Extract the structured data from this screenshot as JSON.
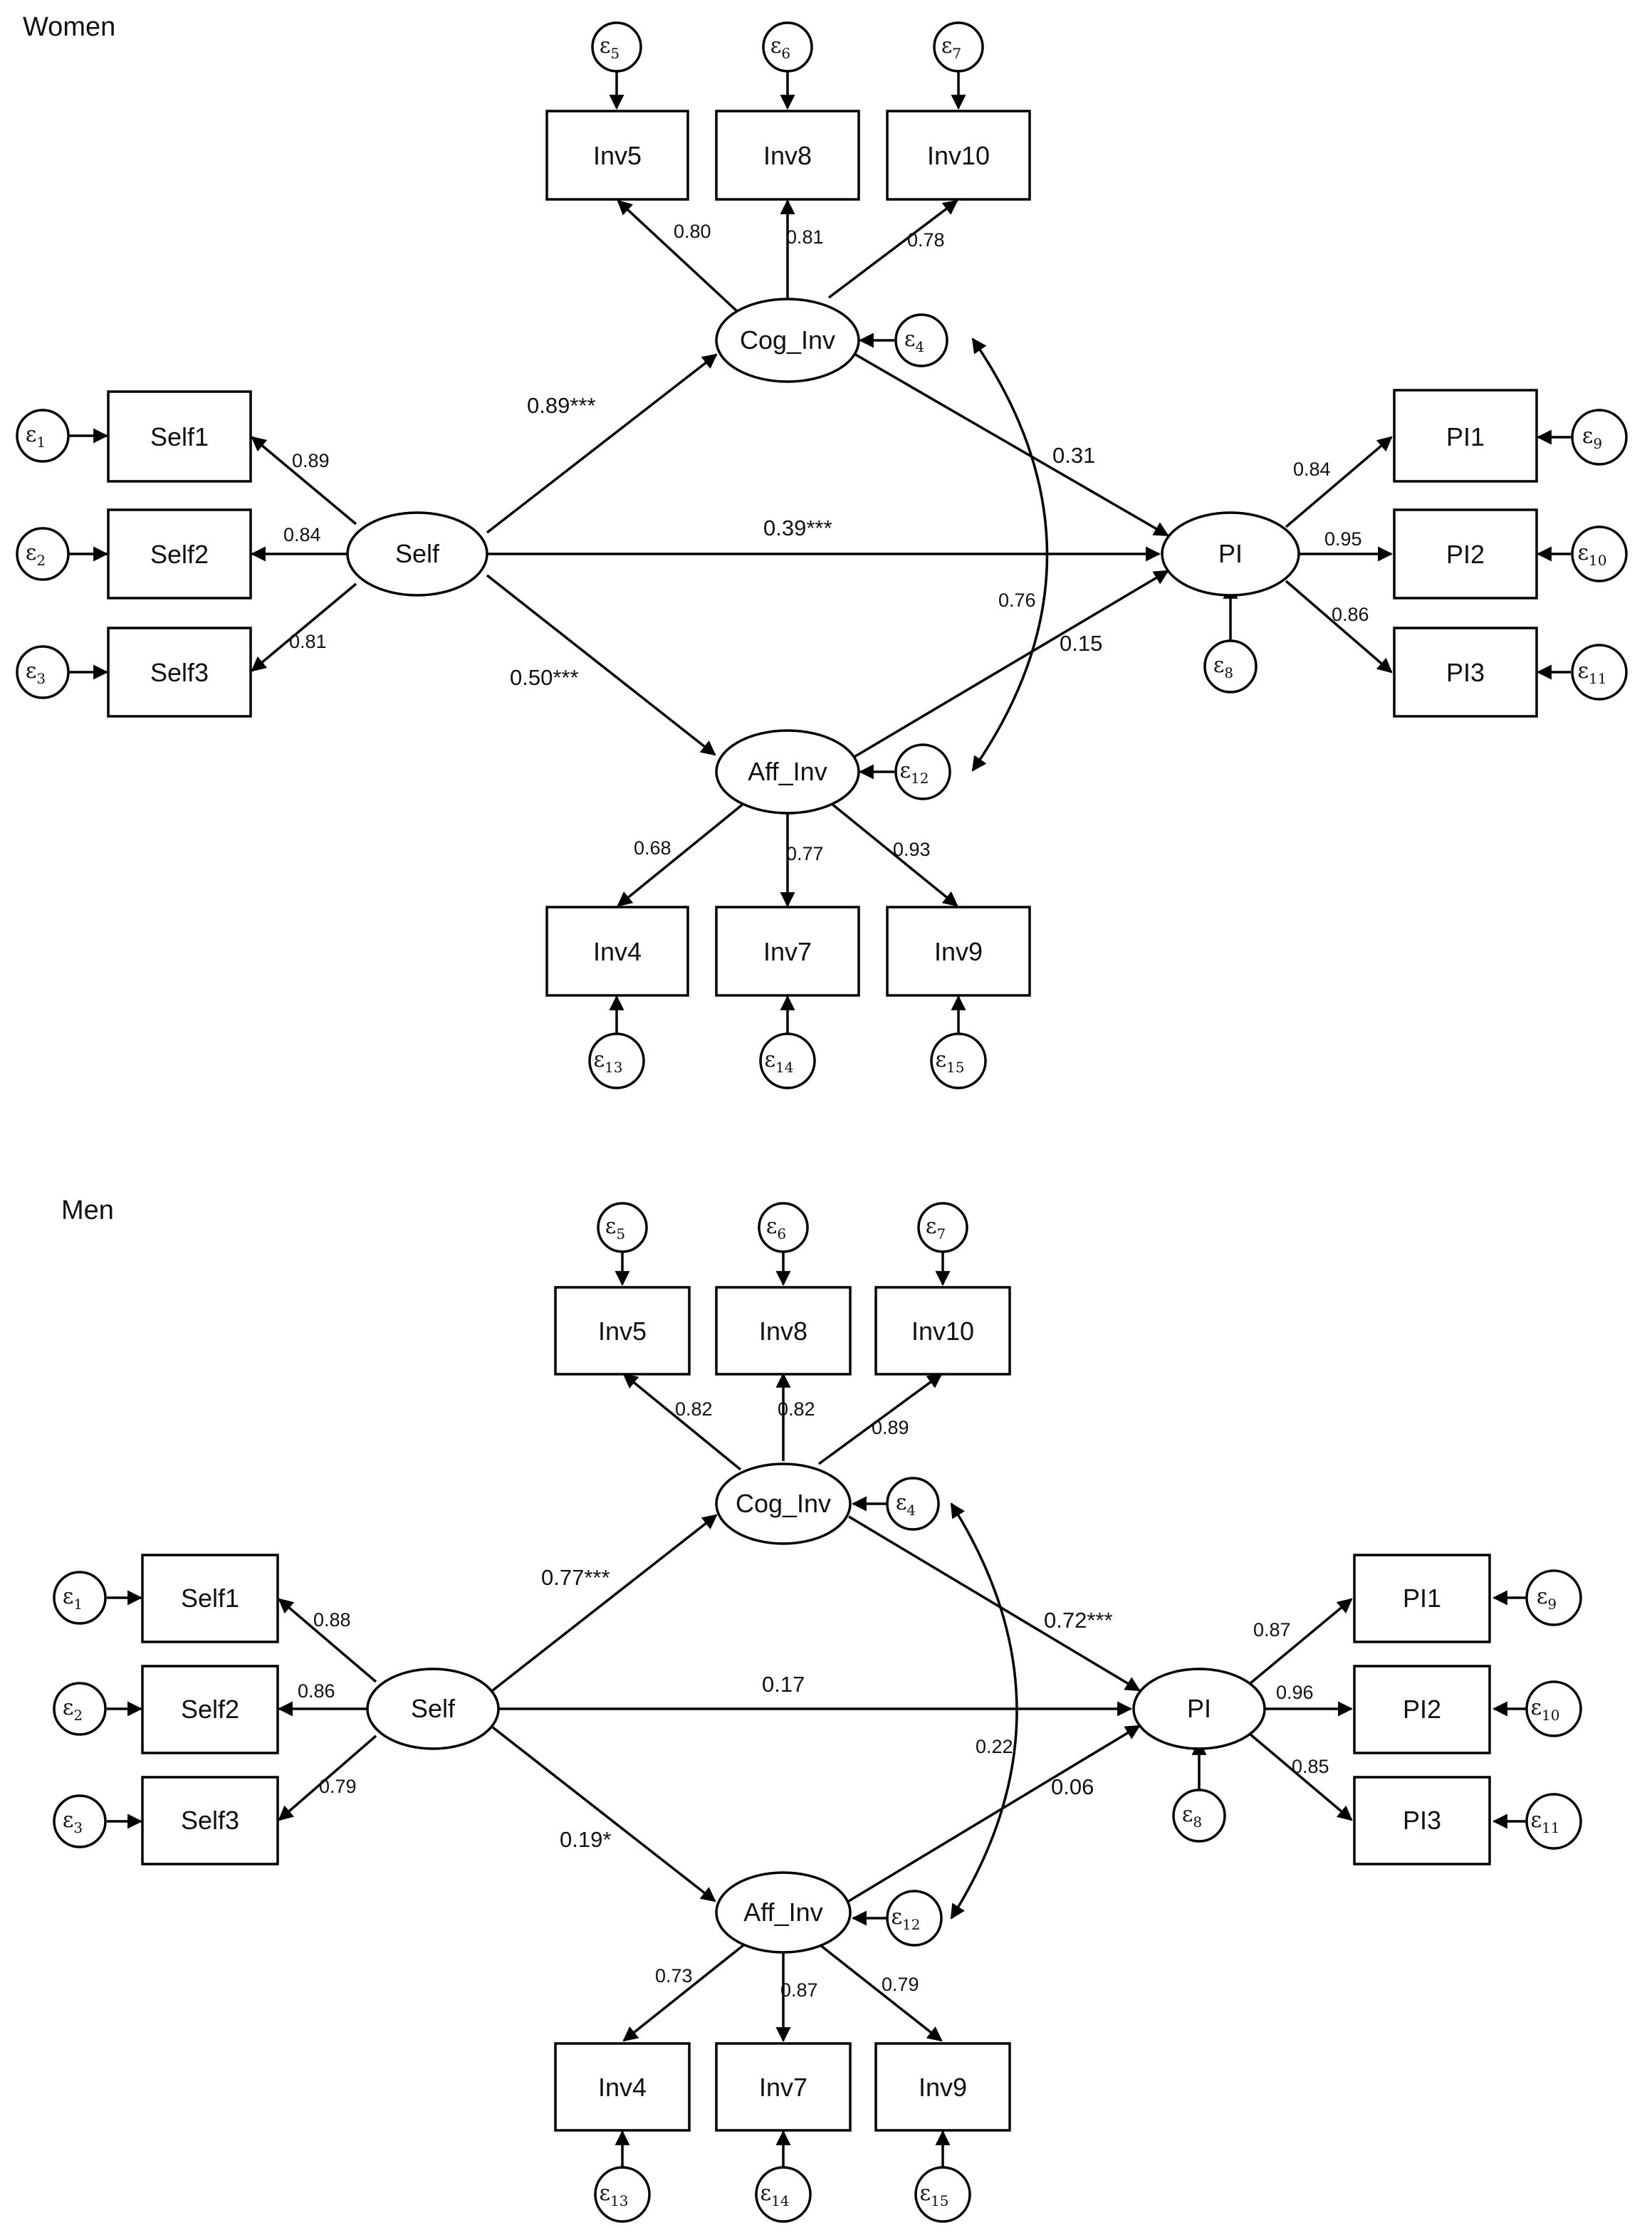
{
  "panels": [
    {
      "title": "Women",
      "observed": {
        "Inv5": "Inv5",
        "Inv8": "Inv8",
        "Inv10": "Inv10",
        "Self1": "Self1",
        "Self2": "Self2",
        "Self3": "Self3",
        "PI1": "PI1",
        "PI2": "PI2",
        "PI3": "PI3",
        "Inv4": "Inv4",
        "Inv7": "Inv7",
        "Inv9": "Inv9"
      },
      "latent": {
        "Cog_Inv": "Cog_Inv",
        "Self": "Self",
        "PI": "PI",
        "Aff_Inv": "Aff_Inv"
      },
      "errors": {
        "e1": "1",
        "e2": "2",
        "e3": "3",
        "e4": "4",
        "e5": "5",
        "e6": "6",
        "e7": "7",
        "e8": "8",
        "e9": "9",
        "e10": "10",
        "e11": "11",
        "e12": "12",
        "e13": "13",
        "e14": "14",
        "e15": "15"
      },
      "loadings": {
        "cog_inv5": "0.80",
        "cog_inv8": "0.81",
        "cog_inv10": "0.78",
        "self_self1": "0.89",
        "self_self2": "0.84",
        "self_self3": "0.81",
        "pi_pi1": "0.84",
        "pi_pi2": "0.95",
        "pi_pi3": "0.86",
        "aff_inv4": "0.68",
        "aff_inv7": "0.77",
        "aff_inv9": "0.93"
      },
      "paths": {
        "self_cog": "0.89***",
        "self_pi": "0.39***",
        "self_aff": "0.50***",
        "cog_pi": "0.31",
        "aff_pi": "0.15",
        "cov_e4_e12": "0.76"
      }
    },
    {
      "title": "Men",
      "observed": {
        "Inv5": "Inv5",
        "Inv8": "Inv8",
        "Inv10": "Inv10",
        "Self1": "Self1",
        "Self2": "Self2",
        "Self3": "Self3",
        "PI1": "PI1",
        "PI2": "PI2",
        "PI3": "PI3",
        "Inv4": "Inv4",
        "Inv7": "Inv7",
        "Inv9": "Inv9"
      },
      "latent": {
        "Cog_Inv": "Cog_Inv",
        "Self": "Self",
        "PI": "PI",
        "Aff_Inv": "Aff_Inv"
      },
      "errors": {
        "e1": "1",
        "e2": "2",
        "e3": "3",
        "e4": "4",
        "e5": "5",
        "e6": "6",
        "e7": "7",
        "e8": "8",
        "e9": "9",
        "e10": "10",
        "e11": "11",
        "e12": "12",
        "e13": "13",
        "e14": "14",
        "e15": "15"
      },
      "loadings": {
        "cog_inv5": "0.82",
        "cog_inv8": "0.82",
        "cog_inv10": "0.89",
        "self_self1": "0.88",
        "self_self2": "0.86",
        "self_self3": "0.79",
        "pi_pi1": "0.87",
        "pi_pi2": "0.96",
        "pi_pi3": "0.85",
        "aff_inv4": "0.73",
        "aff_inv7": "0.87",
        "aff_inv9": "0.79"
      },
      "paths": {
        "self_cog": "0.77***",
        "self_pi": "0.17",
        "self_aff": "0.19*",
        "cog_pi": "0.72***",
        "aff_pi": "0.06",
        "cov_e4_e12": "0.22"
      }
    }
  ]
}
